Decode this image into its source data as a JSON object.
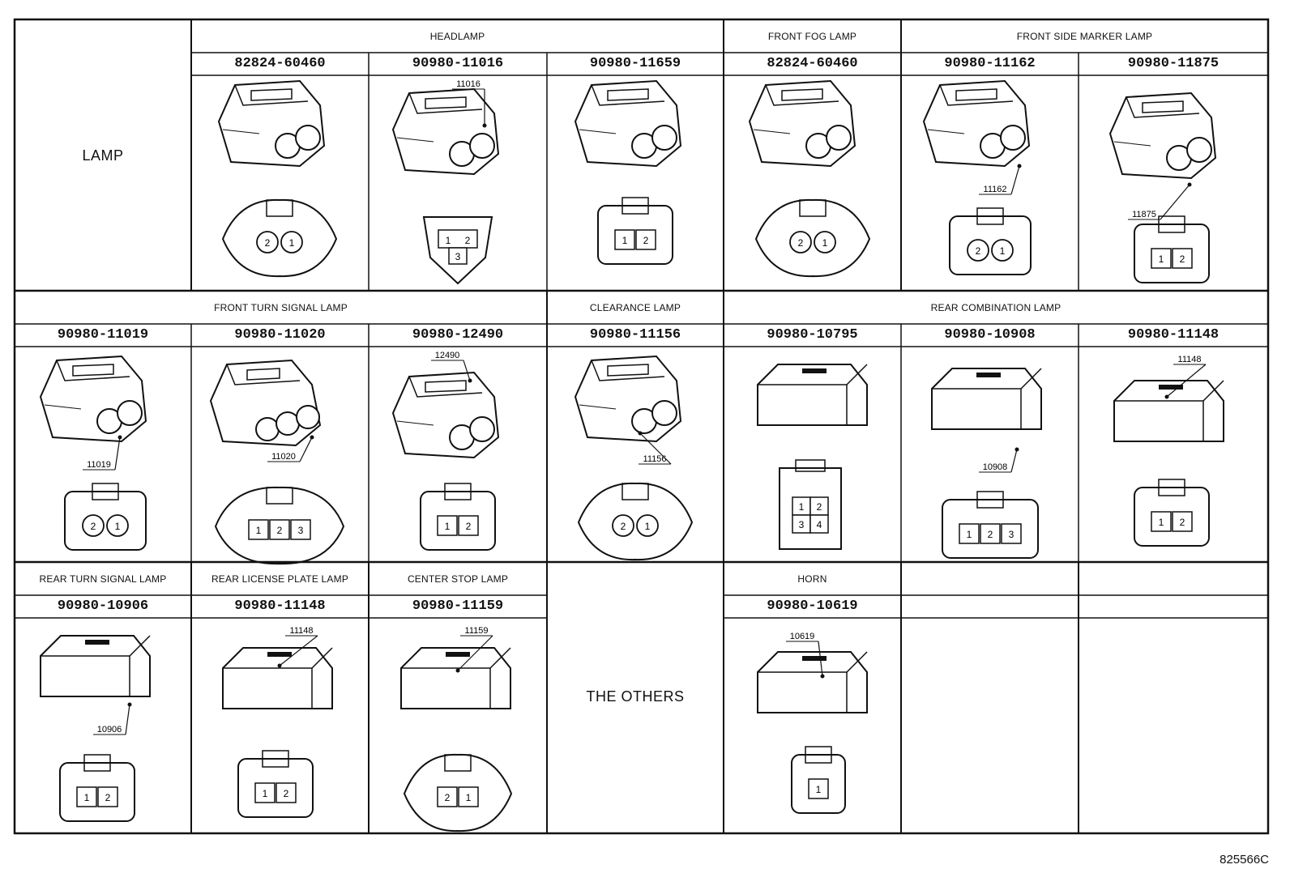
{
  "footer_code": "825566C",
  "sections": {
    "lamp_label": "LAMP",
    "others_label": "THE OTHERS"
  },
  "row1": {
    "groups": [
      "HEADLAMP",
      "FRONT FOG LAMP",
      "FRONT SIDE MARKER LAMP"
    ],
    "parts": [
      "82824-60460",
      "90980-11016",
      "90980-11659",
      "82824-60460",
      "90980-11162",
      "90980-11875"
    ],
    "callouts": [
      "11016",
      "11162",
      "11875"
    ],
    "pins": {
      "headlamp_60460": [
        "2",
        "1"
      ],
      "headlamp_11016": [
        "1",
        "2",
        "3"
      ],
      "headlamp_11659": [
        "1",
        "2"
      ],
      "fog_60460": [
        "2",
        "1"
      ],
      "marker_11162": [
        "2",
        "1"
      ],
      "marker_11875": [
        "1",
        "2"
      ]
    }
  },
  "row2": {
    "groups": [
      "FRONT TURN SIGNAL LAMP",
      "CLEARANCE LAMP",
      "REAR COMBINATION LAMP"
    ],
    "parts": [
      "90980-11019",
      "90980-11020",
      "90980-12490",
      "90980-11156",
      "90980-10795",
      "90980-10908",
      "90980-11148"
    ],
    "callouts": [
      "11019",
      "11020",
      "12490",
      "11156",
      "10908",
      "11148"
    ],
    "pins": {
      "turn_11019": [
        "2",
        "1"
      ],
      "turn_11020": [
        "1",
        "2",
        "3"
      ],
      "turn_12490": [
        "1",
        "2"
      ],
      "clear_11156": [
        "2",
        "1"
      ],
      "comb_10795": [
        "1",
        "2",
        "3",
        "4"
      ],
      "comb_10908": [
        "1",
        "2",
        "3"
      ],
      "comb_11148": [
        "1",
        "2"
      ]
    }
  },
  "row3": {
    "groups": [
      "REAR TURN SIGNAL LAMP",
      "REAR LICENSE PLATE LAMP",
      "CENTER STOP LAMP",
      "HORN"
    ],
    "parts": [
      "90980-10906",
      "90980-11148",
      "90980-11159",
      "90980-10619"
    ],
    "callouts": [
      "10906",
      "11148",
      "11159",
      "10619"
    ],
    "pins": {
      "rturn_10906": [
        "1",
        "2"
      ],
      "lic_11148": [
        "1",
        "2"
      ],
      "stop_11159": [
        "2",
        "1"
      ],
      "horn_10619": [
        "1"
      ]
    }
  }
}
